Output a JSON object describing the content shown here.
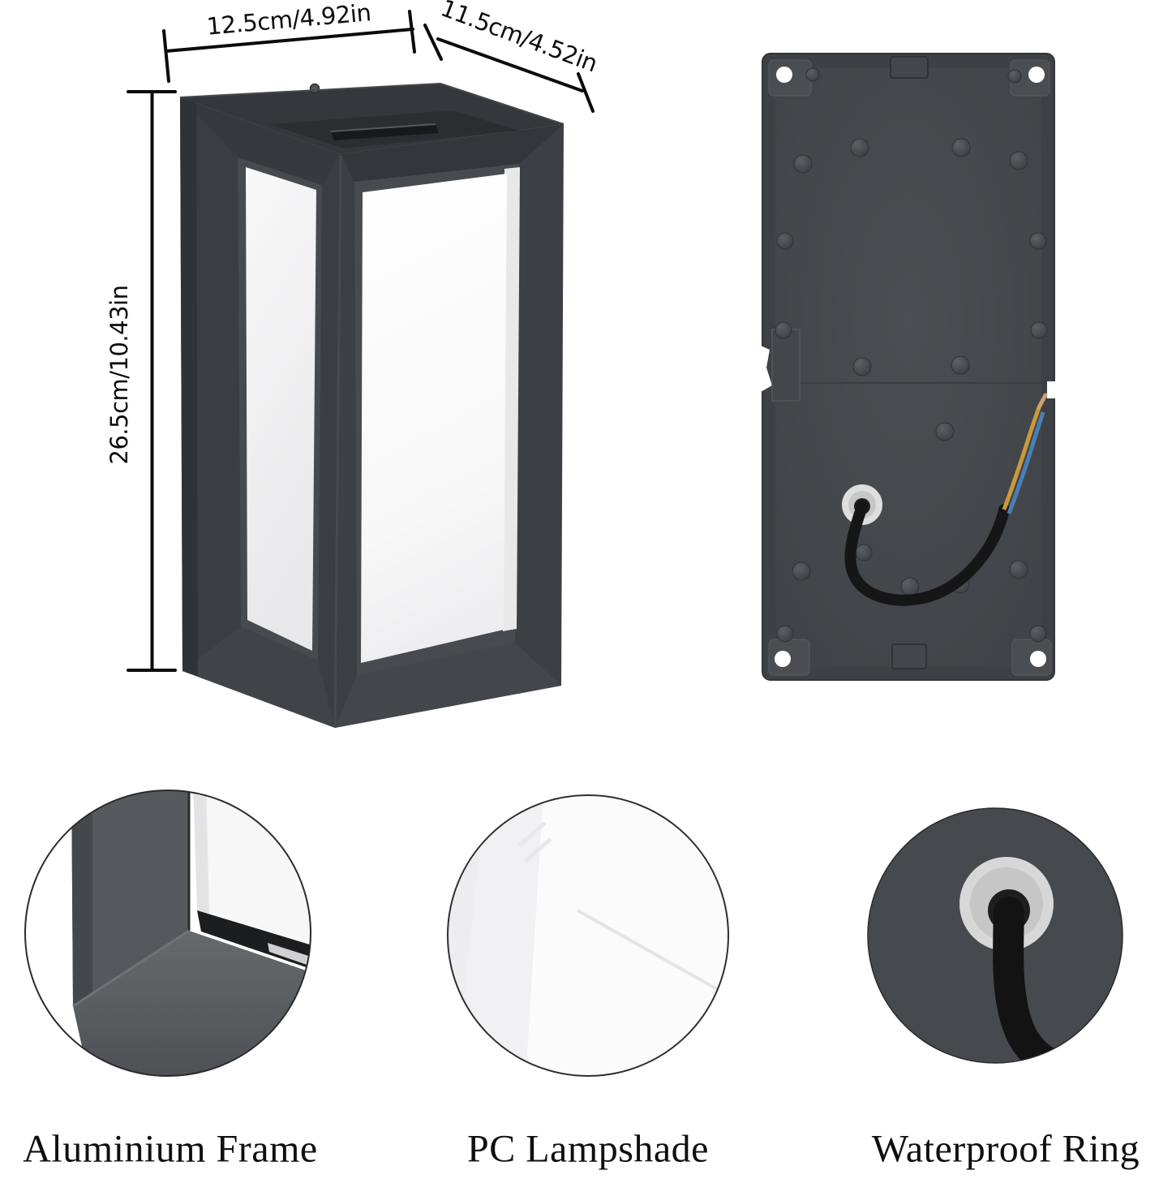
{
  "product_diagram": {
    "dimensions": {
      "width": "12.5cm/4.92in",
      "depth": "11.5cm/4.52in",
      "height": "26.5cm/10.43in"
    },
    "features": [
      {
        "label": "Aluminium Frame"
      },
      {
        "label": "PC Lampshade"
      },
      {
        "label": "Waterproof Ring"
      }
    ],
    "colors": {
      "background": "#ffffff",
      "lamp_body": "#3c3f43",
      "lamp_panel": "#f6f6f7",
      "dimension_line": "#0b0b0b",
      "grommet_ring": "#d7d7d7",
      "cable_black": "#161616",
      "wire_yellow": "#c99a3c",
      "wire_blue": "#4a7fb5",
      "wire_copper_tip": "#c8a471"
    }
  }
}
